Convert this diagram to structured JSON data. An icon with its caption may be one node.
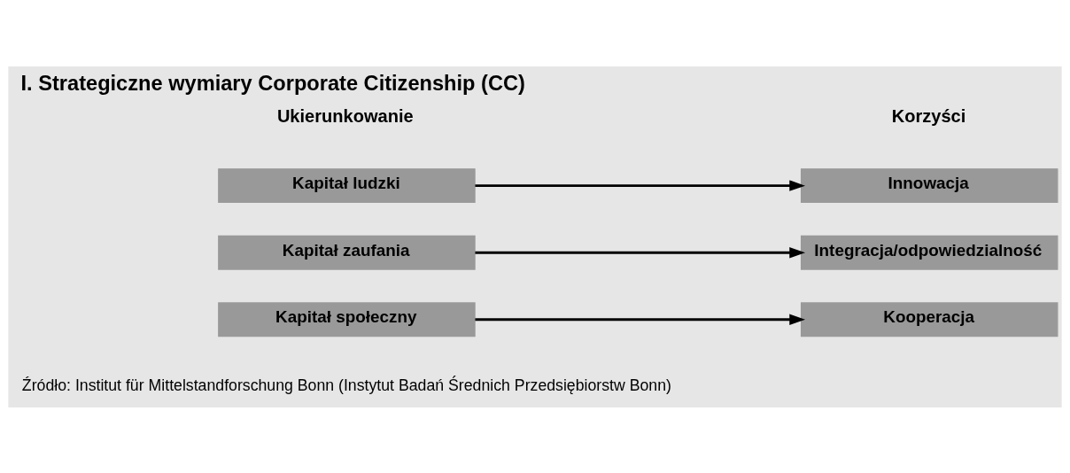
{
  "diagram": {
    "title": "I. Strategiczne wymiary Corporate Citizenship (CC)",
    "caption": "Źródło: Institut für Mittelstandforschung Bonn (Instytut Badań Średnich Przedsiębiorstw Bonn)",
    "nodes": [
      {
        "text": [
          "Kapitał ludzki"
        ]
      },
      {
        "text": [
          "Kapitał zaufania"
        ]
      },
      {
        "text": [
          "Kapitał społeczny"
        ]
      },
      {
        "text": [
          "Innowacja"
        ]
      },
      {
        "text": [
          "Integracja/odpowiedzialność"
        ]
      },
      {
        "text": [
          "Kooperacja"
        ]
      }
    ],
    "edges": [
      {
        "from": 0,
        "to": 3,
        "arrow": "to"
      },
      {
        "from": 1,
        "to": 4,
        "arrow": "to"
      },
      {
        "from": 2,
        "to": 5,
        "arrow": "to"
      }
    ],
    "labels": [
      "Ukierunkowanie",
      "Korzyści"
    ]
  }
}
